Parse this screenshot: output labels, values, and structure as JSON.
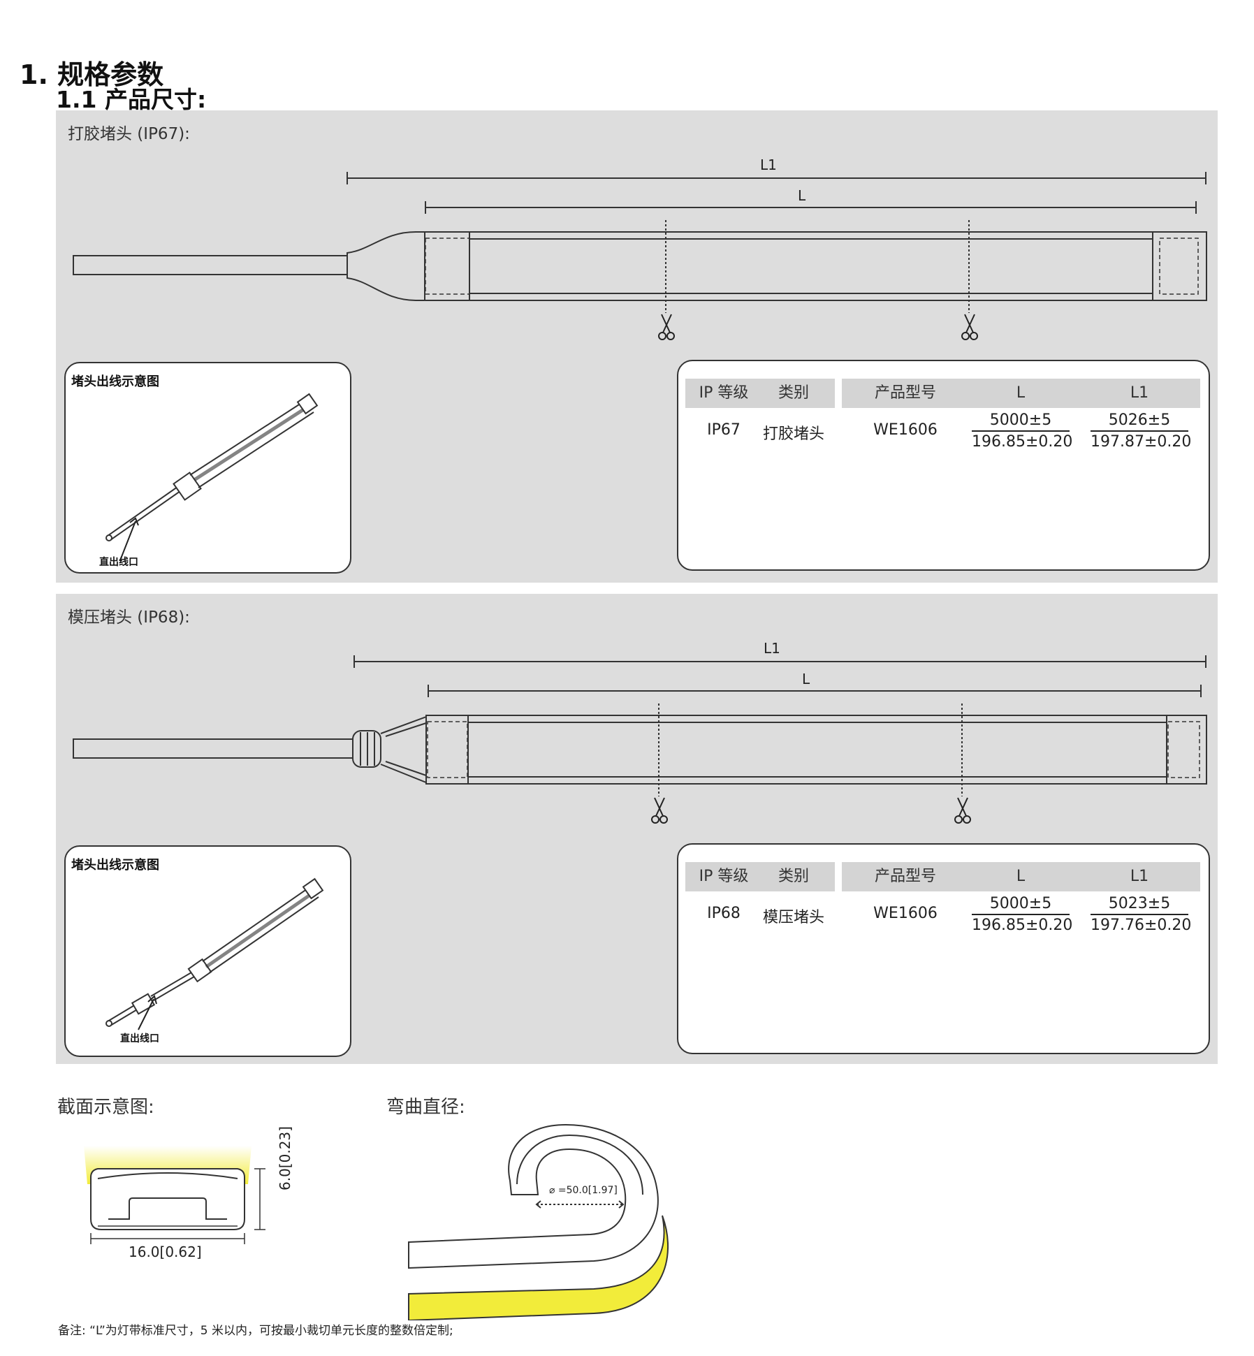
{
  "headings": {
    "h1": "1. 规格参数",
    "h2": "1.1 产品尺寸:"
  },
  "ip67": {
    "title": "打胶堵头 (IP67):",
    "dim_L1": "L1",
    "dim_L": "L",
    "inset_title": "堵头出线示意图",
    "inset_note": "直出线口",
    "table": {
      "headers": [
        "IP 等级",
        "类别",
        "产品型号",
        "L",
        "L1"
      ],
      "ip": "IP67",
      "category": "打胶堵头",
      "model": "WE1606",
      "L_mm": "5000±5",
      "L_in": "196.85±0.20",
      "L1_mm": "5026±5",
      "L1_in": "197.87±0.20"
    }
  },
  "ip68": {
    "title": "模压堵头 (IP68):",
    "dim_L1": "L1",
    "dim_L": "L",
    "inset_title": "堵头出线示意图",
    "inset_note": "直出线口",
    "table": {
      "headers": [
        "IP 等级",
        "类别",
        "产品型号",
        "L",
        "L1"
      ],
      "ip": "IP68",
      "category": "模压堵头",
      "model": "WE1606",
      "L_mm": "5000±5",
      "L_in": "196.85±0.20",
      "L1_mm": "5023±5",
      "L1_in": "197.76±0.20"
    }
  },
  "cross_section": {
    "title": "截面示意图:",
    "width_label": "16.0[0.62]",
    "height_label": "6.0[0.23]"
  },
  "bending": {
    "title": "弯曲直径:",
    "diameter_label": "⌀ =50.0[1.97]"
  },
  "footnote": "备注:  “L”为灯带标准尺寸，5 米以内，可按最小裁切单元长度的整数倍定制;",
  "colors": {
    "panel_bg": "#dddddd",
    "table_header_bg": "#d4d4d4",
    "glow_yellow": "#f2ec3a"
  },
  "icons": [
    "scissors-icon",
    "arrow-icon"
  ]
}
